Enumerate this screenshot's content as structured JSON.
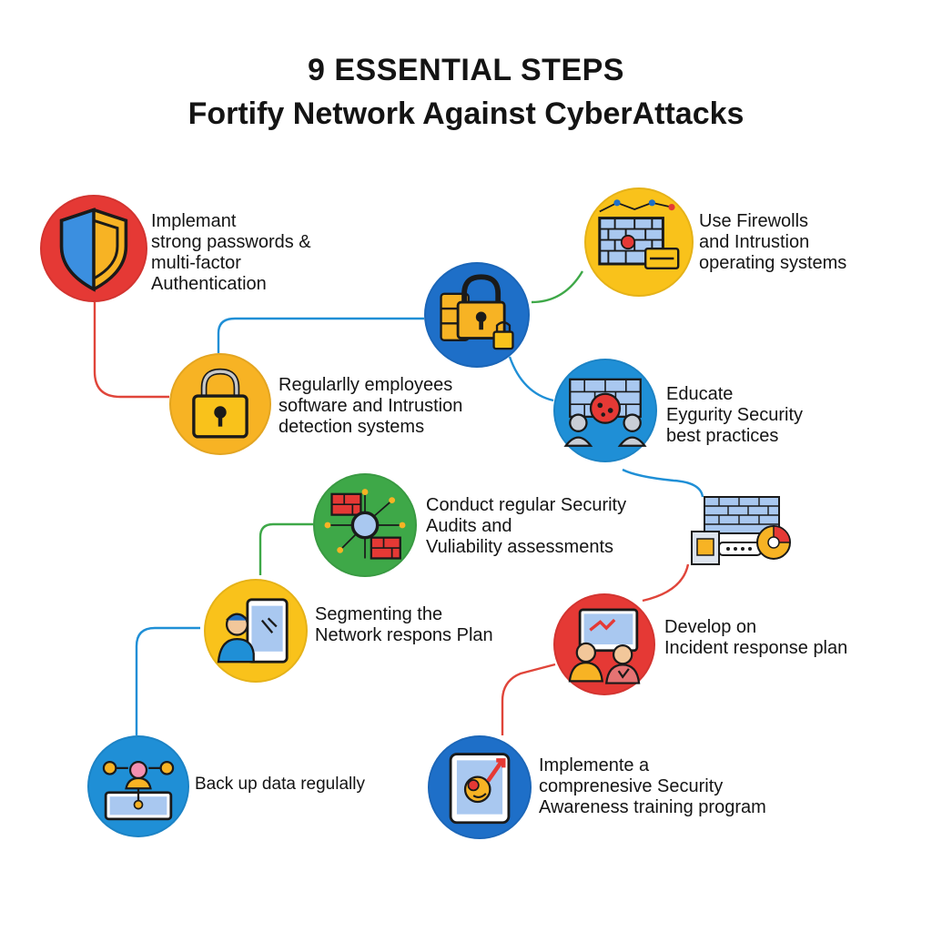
{
  "title": {
    "line1": "9 ESSENTIAL STEPS",
    "line2": "Fortify Network Against CyberAttacks"
  },
  "steps": [
    {
      "lines": [
        "Implemant",
        "strong passwords &",
        "multi-factor",
        "Authentication"
      ],
      "color": "#E53935",
      "icon": "shield-icon"
    },
    {
      "lines": [
        "Use Firewolls",
        "and Intrustion",
        "operating systems"
      ],
      "color": "#F9C21B",
      "icon": "firewall-icon"
    },
    {
      "lines": [],
      "color": "#1E6FC8",
      "icon": "padlock-server-icon"
    },
    {
      "lines": [
        "Regularlly employees",
        "software and Intrustion",
        "detection systems"
      ],
      "color": "#F7B324",
      "icon": "padlock-icon"
    },
    {
      "lines": [
        "Educate",
        "Eygurity Security",
        "best practices"
      ],
      "color": "#1F8FD6",
      "icon": "team-virus-icon"
    },
    {
      "lines": [
        "Conduct regular Security",
        "Audits and",
        "Vuliability assessments"
      ],
      "color": "#3EA848",
      "icon": "network-audit-icon"
    },
    {
      "lines": [],
      "color": "#FFFFFF",
      "icon": "firewall-router-icon"
    },
    {
      "lines": [
        "Segmenting the",
        "Network respons Plan"
      ],
      "color": "#F9C21B",
      "icon": "user-tablet-icon"
    },
    {
      "lines": [
        "Develop on",
        "Incident response plan"
      ],
      "color": "#E53935",
      "icon": "incident-team-icon"
    },
    {
      "lines": [
        "Back up data regulally"
      ],
      "color": "#1F8FD6",
      "icon": "backup-network-icon"
    },
    {
      "lines": [
        "Implemente a",
        "comprenesive Security",
        "Awareness training program"
      ],
      "color": "#1E6FC8",
      "icon": "training-tablet-icon"
    }
  ]
}
